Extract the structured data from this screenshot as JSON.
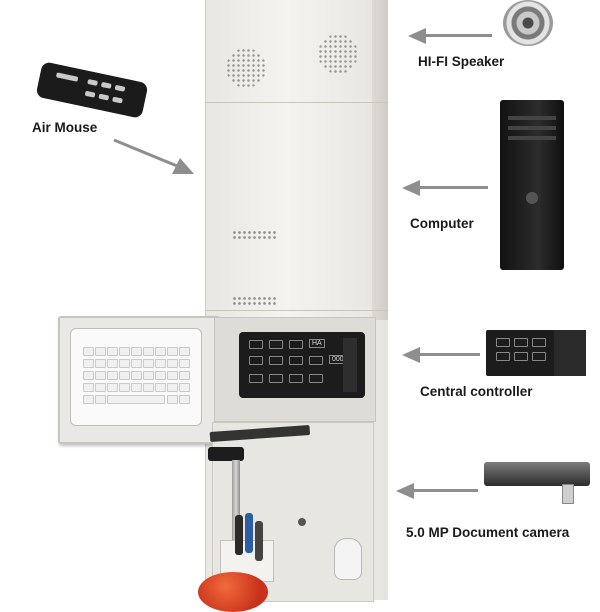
{
  "labels": {
    "speaker": "HI-FI Speaker",
    "air_mouse": "Air Mouse",
    "computer": "Computer",
    "central_controller": "Central controller",
    "document_camera": "5.0 MP Document camera"
  },
  "controller_buttons": [
    "HA",
    "0000"
  ],
  "icons": [
    "speaker-icon",
    "remote-icon",
    "computer-tower-icon",
    "controller-panel-icon",
    "document-camera-icon",
    "arrow-icon"
  ],
  "colors": {
    "arrow": "#8e8e8e",
    "cabinet": "#ecebe6",
    "controller": "#1c1c1c"
  }
}
